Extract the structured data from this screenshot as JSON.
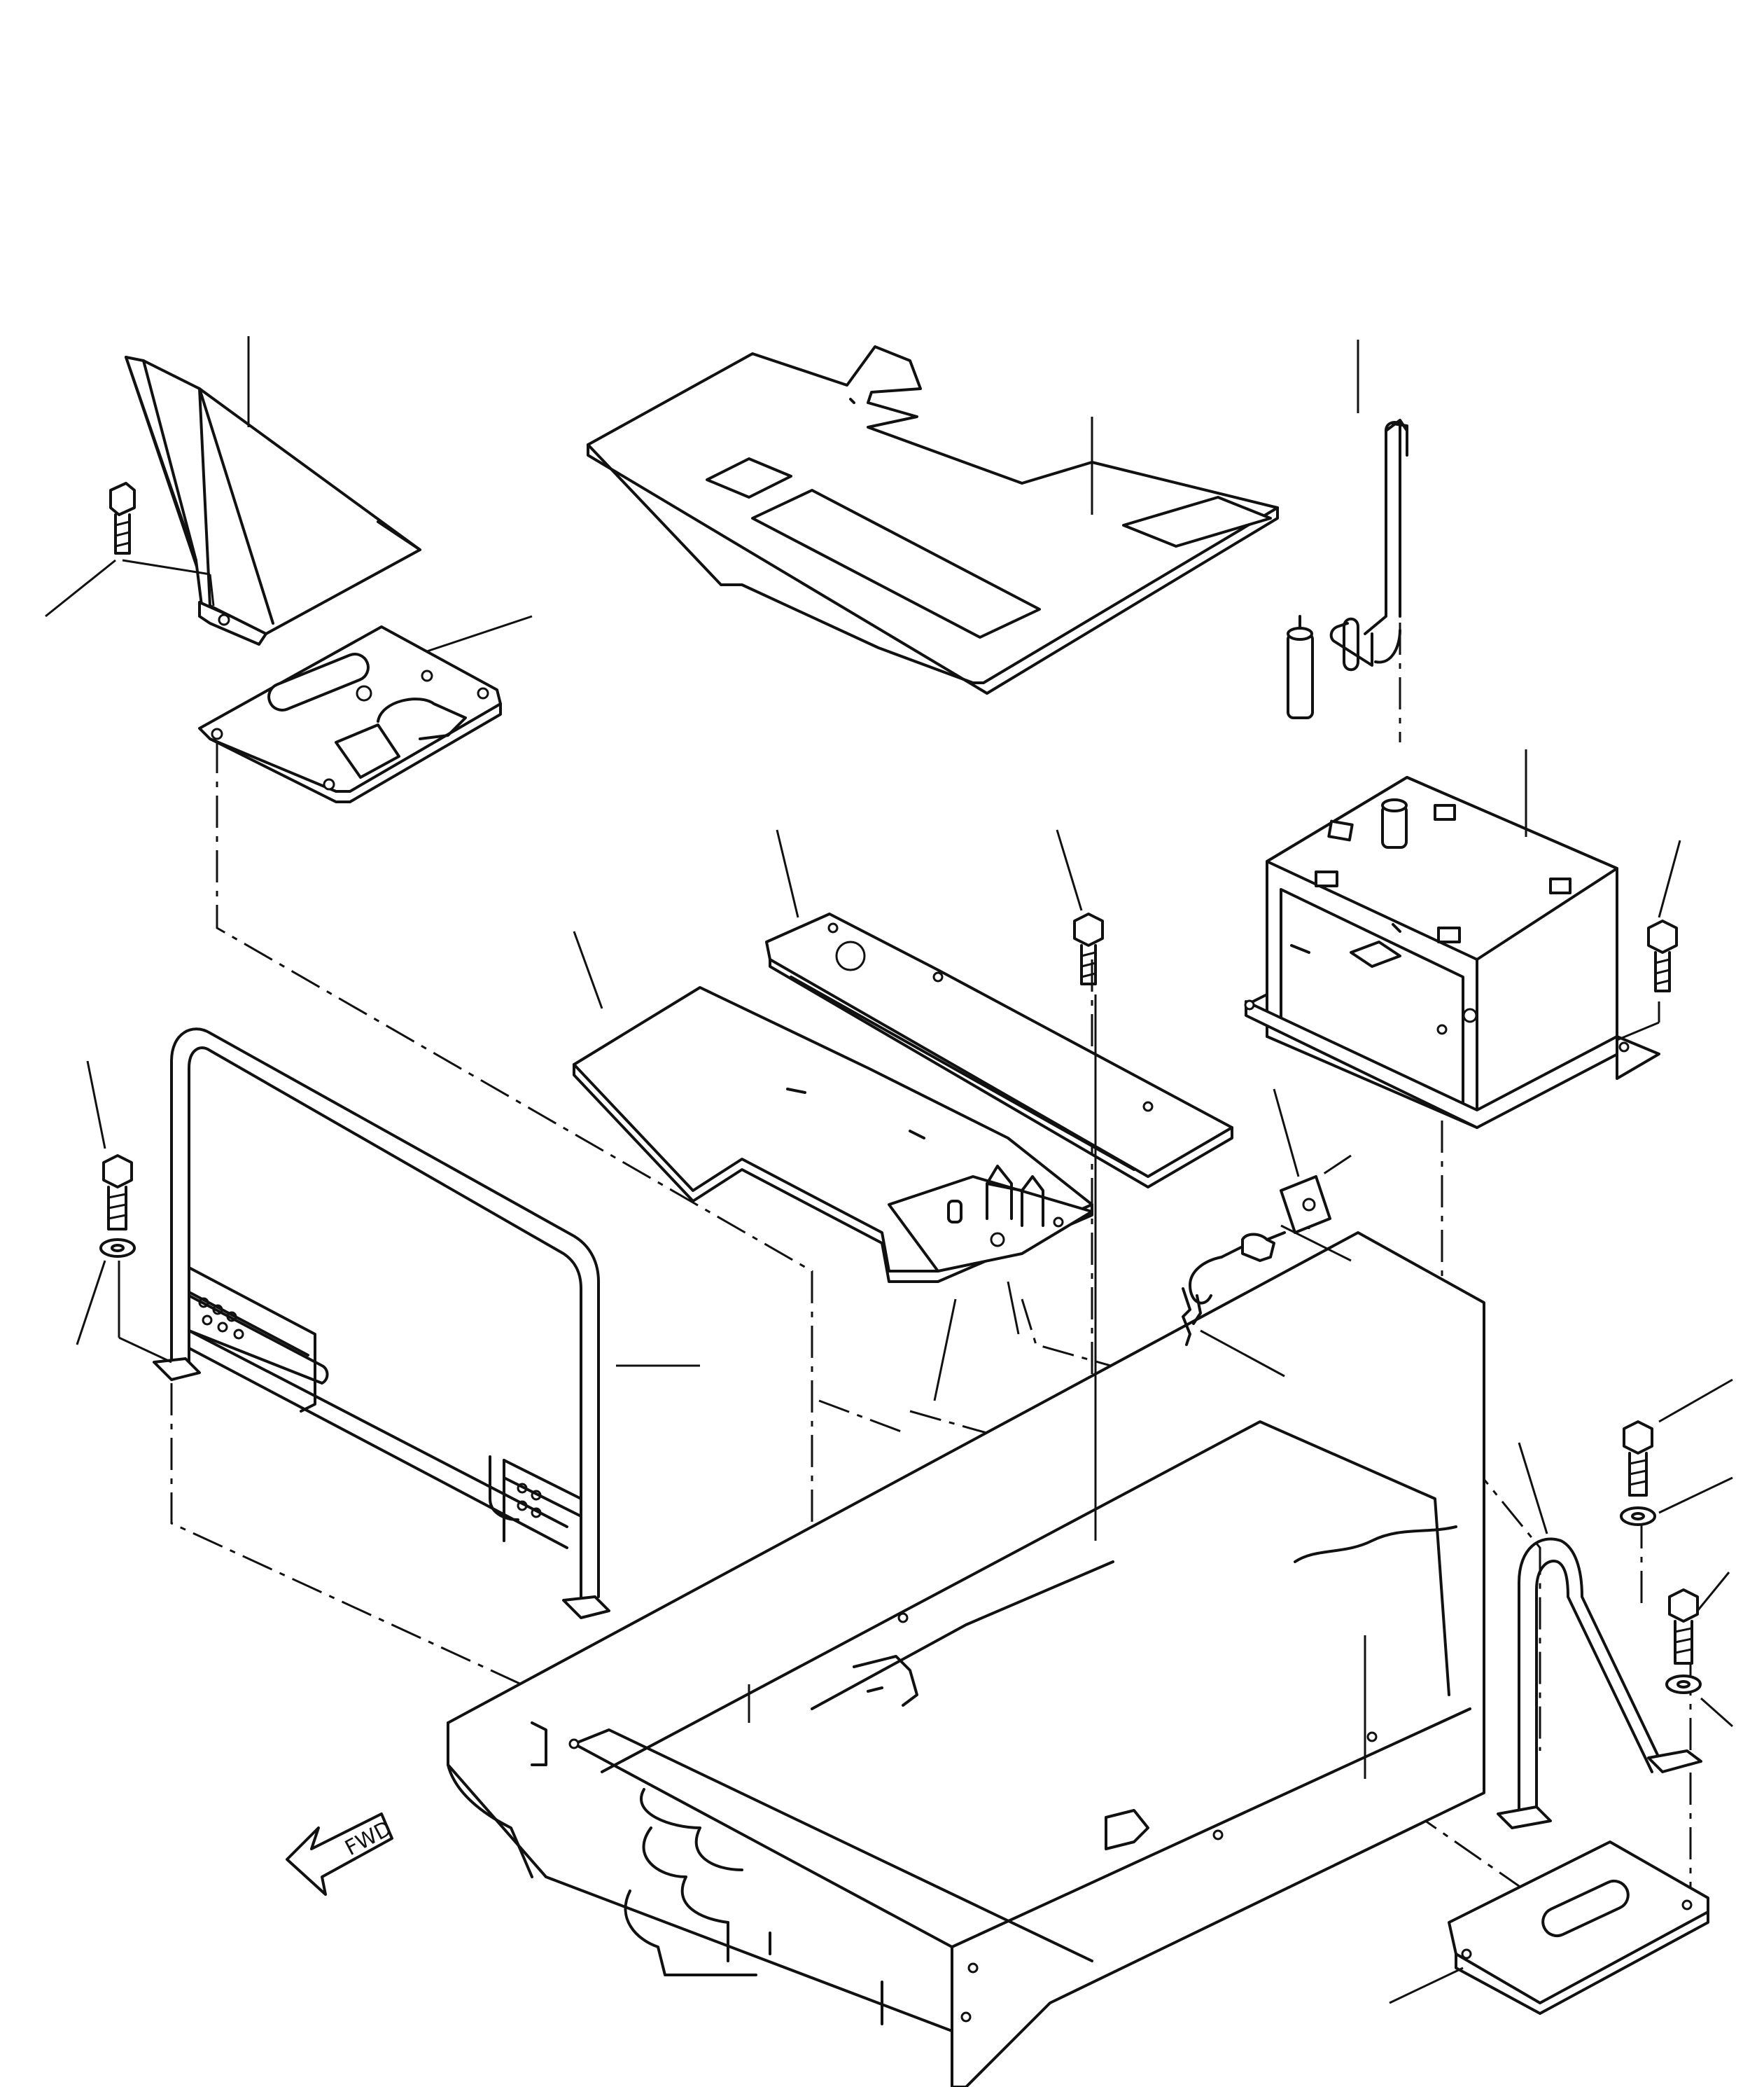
{
  "diagram": {
    "direction_label": "FWD",
    "parts": [
      {
        "id": "left-console-cover"
      },
      {
        "id": "left-console-base-plate"
      },
      {
        "id": "upper-floor-cover"
      },
      {
        "id": "fuel-tank-filler-pipe"
      },
      {
        "id": "fuel-tank"
      },
      {
        "id": "front-floor-plate"
      },
      {
        "id": "rear-floor-plate"
      },
      {
        "id": "left-handrail"
      },
      {
        "id": "right-handrail"
      },
      {
        "id": "right-base-plate"
      },
      {
        "id": "key-and-lock"
      },
      {
        "id": "bracket-plate"
      },
      {
        "id": "mounting-bolts"
      },
      {
        "id": "washers"
      },
      {
        "id": "revolving-frame"
      }
    ]
  }
}
